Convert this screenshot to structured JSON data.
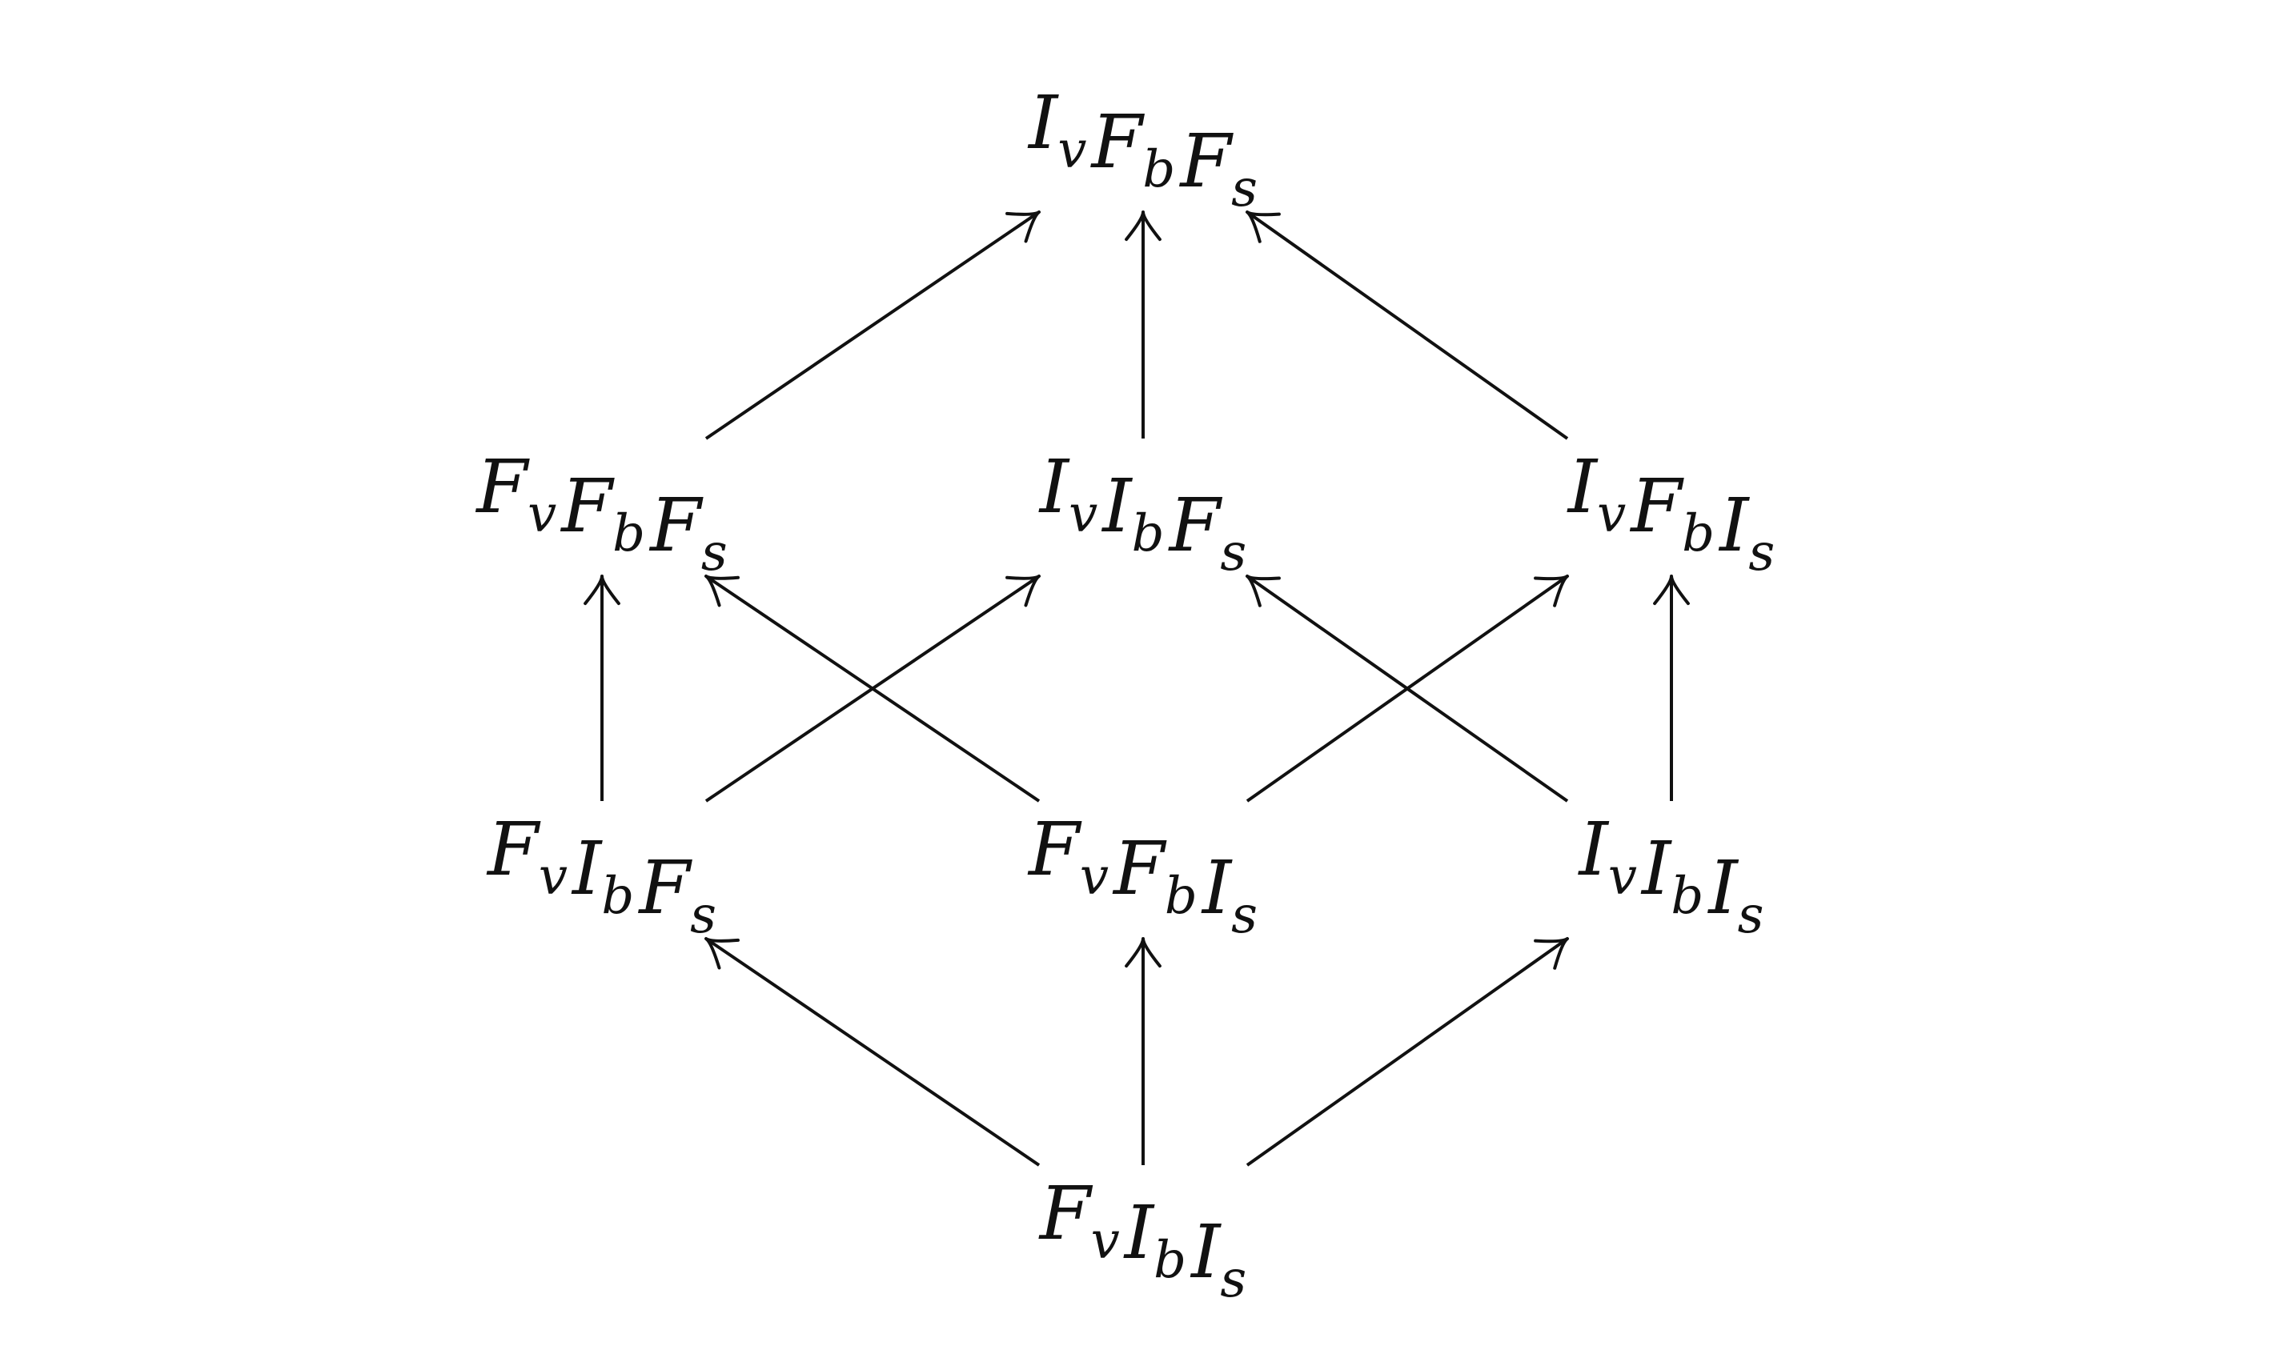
{
  "diagram": {
    "nodes": [
      {
        "id": "top",
        "label": "IvFbFs",
        "parts": [
          [
            "I",
            "v"
          ],
          [
            "F",
            "b"
          ],
          [
            "F",
            "s"
          ]
        ]
      },
      {
        "id": "m1",
        "label": "FvFbFs",
        "parts": [
          [
            "F",
            "v"
          ],
          [
            "F",
            "b"
          ],
          [
            "F",
            "s"
          ]
        ]
      },
      {
        "id": "m2",
        "label": "IvIbFs",
        "parts": [
          [
            "I",
            "v"
          ],
          [
            "I",
            "b"
          ],
          [
            "F",
            "s"
          ]
        ]
      },
      {
        "id": "m3",
        "label": "IvFbIs",
        "parts": [
          [
            "I",
            "v"
          ],
          [
            "F",
            "b"
          ],
          [
            "I",
            "s"
          ]
        ]
      },
      {
        "id": "l1",
        "label": "FvIbFs",
        "parts": [
          [
            "F",
            "v"
          ],
          [
            "I",
            "b"
          ],
          [
            "F",
            "s"
          ]
        ]
      },
      {
        "id": "l2",
        "label": "FvFbIs",
        "parts": [
          [
            "F",
            "v"
          ],
          [
            "F",
            "b"
          ],
          [
            "I",
            "s"
          ]
        ]
      },
      {
        "id": "l3",
        "label": "IvIbIs",
        "parts": [
          [
            "I",
            "v"
          ],
          [
            "I",
            "b"
          ],
          [
            "I",
            "s"
          ]
        ]
      },
      {
        "id": "bottom",
        "label": "FvIbIs",
        "parts": [
          [
            "F",
            "v"
          ],
          [
            "I",
            "b"
          ],
          [
            "I",
            "s"
          ]
        ]
      }
    ],
    "edges": [
      {
        "from": "m1",
        "to": "top"
      },
      {
        "from": "m2",
        "to": "top"
      },
      {
        "from": "m3",
        "to": "top"
      },
      {
        "from": "l1",
        "to": "m1"
      },
      {
        "from": "l1",
        "to": "m2"
      },
      {
        "from": "l2",
        "to": "m1"
      },
      {
        "from": "l2",
        "to": "m3"
      },
      {
        "from": "l3",
        "to": "m2"
      },
      {
        "from": "l3",
        "to": "m3"
      },
      {
        "from": "bottom",
        "to": "l1"
      },
      {
        "from": "bottom",
        "to": "l2"
      },
      {
        "from": "bottom",
        "to": "l3"
      }
    ],
    "color": "#111111"
  }
}
